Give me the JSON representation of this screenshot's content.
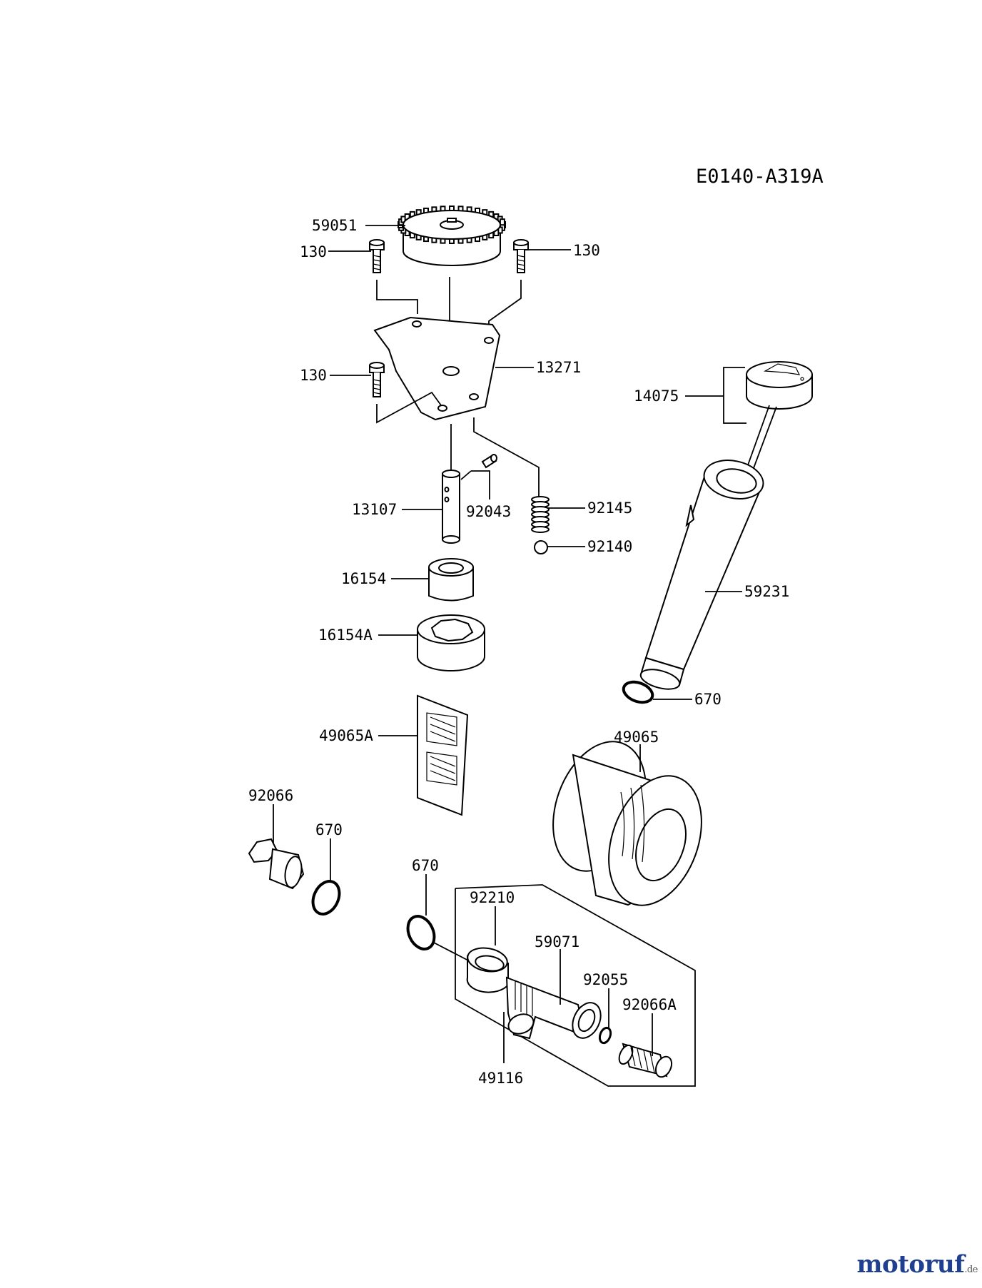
{
  "diagram_code": "E0140-A319A",
  "brand": {
    "name": "motoruf",
    "tld": ".de",
    "color": "#1f3f8f"
  },
  "part_labels": {
    "l59051": "59051",
    "l130a": "130",
    "l130b": "130",
    "l130c": "130",
    "l13271": "13271",
    "l14075": "14075",
    "l13107": "13107",
    "l92043": "92043",
    "l92145": "92145",
    "l92140": "92140",
    "l59231": "59231",
    "l16154": "16154",
    "l16154A": "16154A",
    "l670a": "670",
    "l49065A": "49065A",
    "l49065": "49065",
    "l92066": "92066",
    "l670b": "670",
    "l670c": "670",
    "l92210": "92210",
    "l59071": "59071",
    "l92055": "92055",
    "l92066A": "92066A",
    "l49116": "49116"
  }
}
